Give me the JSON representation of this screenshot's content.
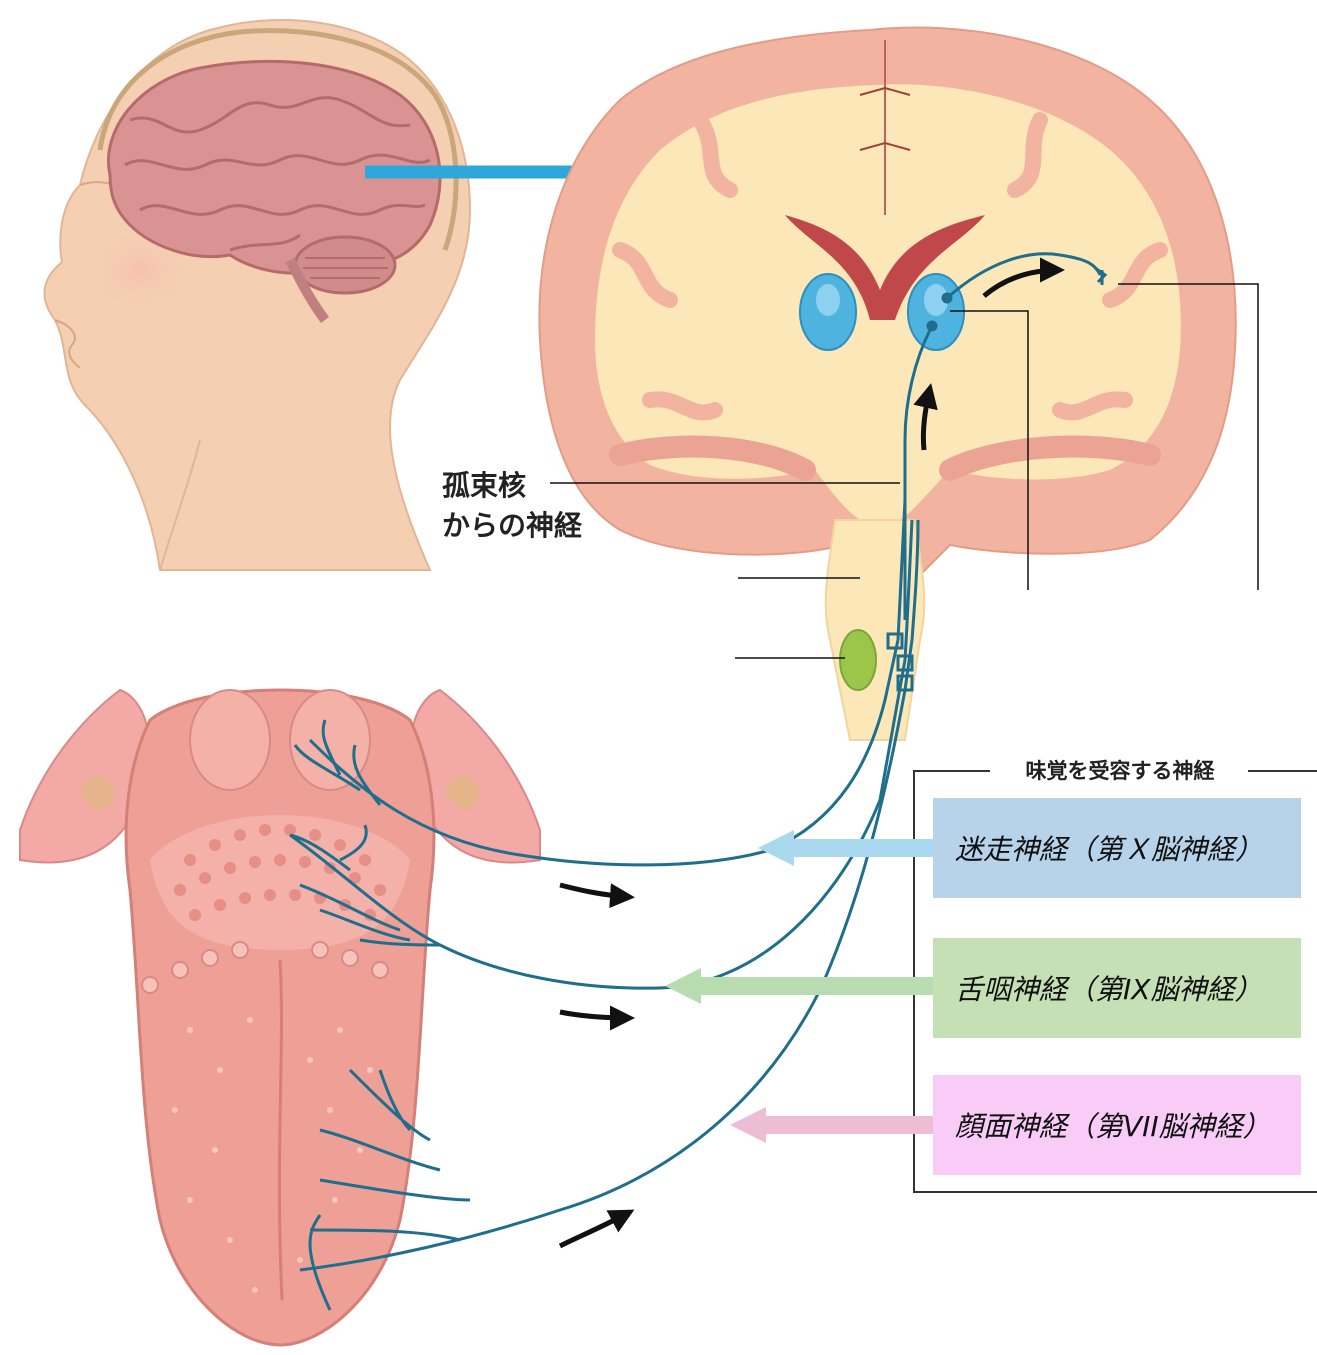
{
  "labels": {
    "nucleus_line1": "孤束核",
    "nucleus_line2": "からの神経",
    "group_title": "味覚を受容する神経"
  },
  "nerves": [
    {
      "label": "迷走神経（第Ｘ脳神経）",
      "box_color": "#b7d3ea",
      "arrow_color": "#a9d8ef"
    },
    {
      "label": "舌咽神経（第IX脳神経）",
      "box_color": "#c5e0b4",
      "arrow_color": "#b9dbb0"
    },
    {
      "label": "顔面神経（第VII脳神経）",
      "box_color": "#f9ccf7",
      "arrow_color": "#edbdd5"
    }
  ],
  "colors": {
    "nerve": "#1f6e8c",
    "brain_arrow": "#2ea8dc",
    "cortex": "#f2b3a0",
    "white_matter": "#fbe7b8",
    "thalamus": "#4fb3e0",
    "tongue": "#ee9f96",
    "skin": "#f5cfb2"
  },
  "icons": [
    "head-icon",
    "brain-section-icon",
    "tongue-icon",
    "arrow-icon"
  ]
}
